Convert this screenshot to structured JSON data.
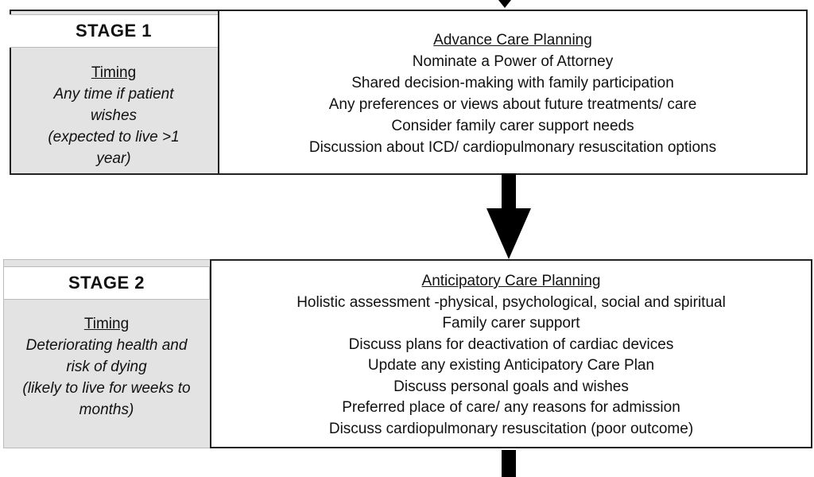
{
  "stages": [
    {
      "label": "STAGE 1",
      "timing_label": "Timing",
      "timing_text": [
        "Any time if patient",
        "wishes",
        "(expected to live >1",
        "year)"
      ],
      "title": "Advance Care Planning",
      "items": [
        "Nominate a Power of Attorney",
        "Shared decision-making with family participation",
        "Any preferences or views about future treatments/ care",
        "Consider family carer support needs",
        "Discussion about ICD/ cardiopulmonary resuscitation options"
      ]
    },
    {
      "label": "STAGE 2",
      "timing_label": "Timing",
      "timing_text": [
        "Deteriorating health and",
        "risk of dying",
        "(likely to live for weeks to",
        "months)"
      ],
      "title": "Anticipatory Care Planning",
      "items": [
        "Holistic assessment -physical, psychological, social and spiritual",
        "Family carer support",
        "Discuss plans for deactivation of cardiac devices",
        "Update any existing Anticipatory Care Plan",
        "Discuss personal goals and wishes",
        "Preferred place of care/ any reasons for admission",
        "Discuss cardiopulmonary resuscitation (poor outcome)"
      ]
    }
  ],
  "colors": {
    "timing_bg": "#e3e3e3",
    "border": "#222222",
    "arrow": "#000000"
  }
}
